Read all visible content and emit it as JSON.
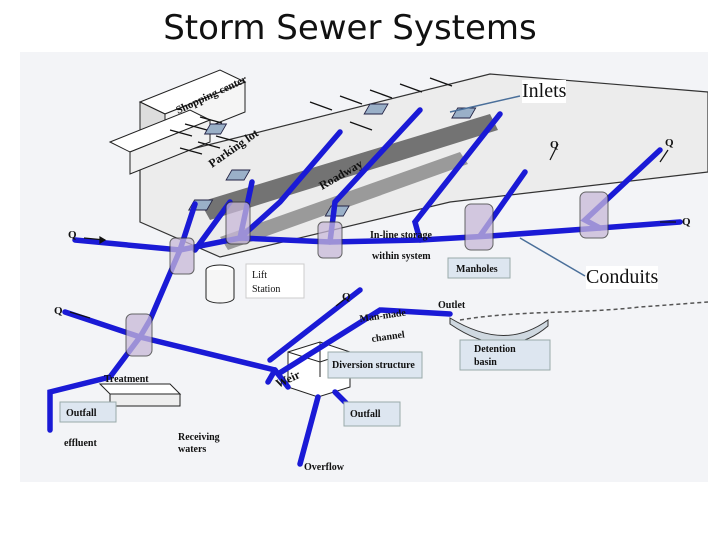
{
  "title": "Storm Sewer Systems",
  "callouts": {
    "inlets": "Inlets",
    "conduits": "Conduits"
  },
  "labels": {
    "shopping_center": "Shopping center",
    "parking_lot": "Parking lot",
    "roadway": "Roadway",
    "inline_storage_1": "In-line storage",
    "inline_storage_2": "within system",
    "manholes": "Manholes",
    "lift_station_1": "Lift",
    "lift_station_2": "Station",
    "outlet": "Outlet",
    "man_made_1": "Man-made",
    "man_made_2": "channel",
    "detention_1": "Detention",
    "detention_2": "basin",
    "diversion": "Diversion structure",
    "weir": "Weir",
    "treatment": "Treatment",
    "outfall_left": "Outfall",
    "outfall_right": "Outfall",
    "effluent": "effluent",
    "receiving_1": "Receiving",
    "receiving_2": "waters",
    "overflow": "Overflow"
  },
  "flow_label": "Q",
  "colors": {
    "conduit": "#1a1ad6",
    "label_box": "#dde6f0",
    "manhole_highlight": "#c8b8d8"
  }
}
